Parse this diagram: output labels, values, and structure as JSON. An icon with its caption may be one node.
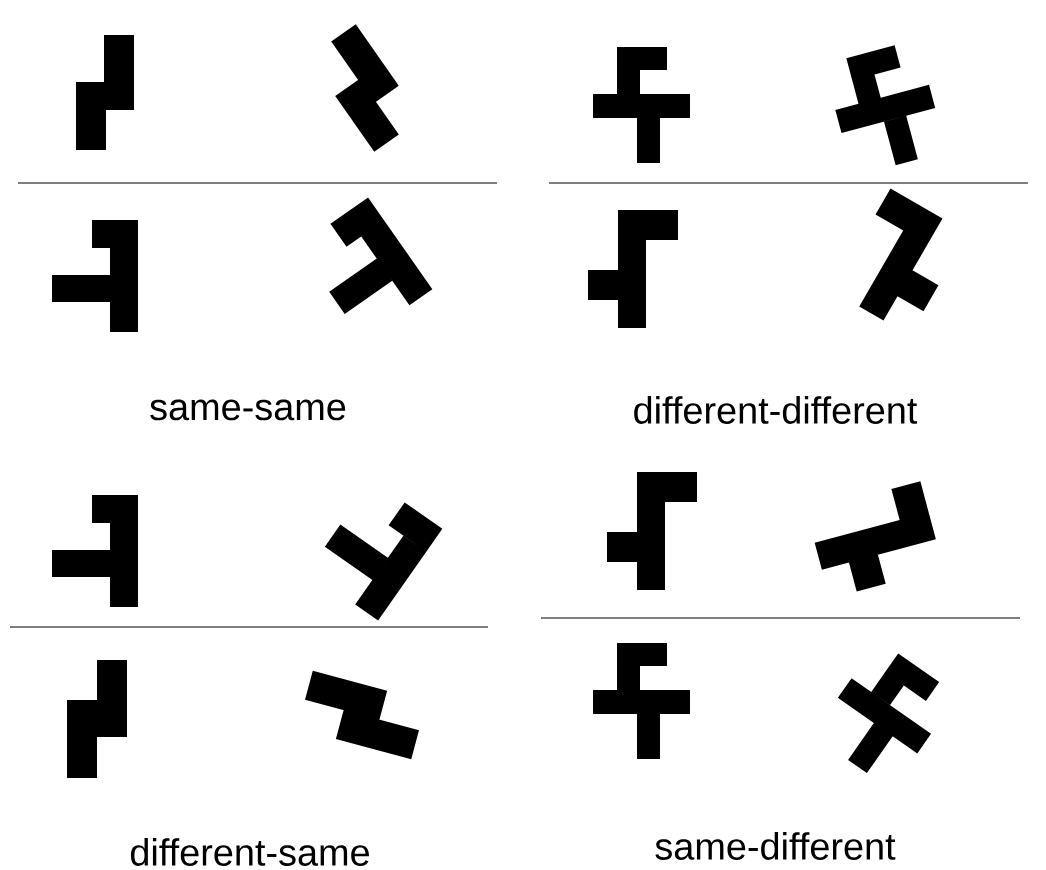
{
  "diagram": {
    "labels": [
      "same-same",
      "different-different",
      "different-same",
      "same-different"
    ]
  }
}
